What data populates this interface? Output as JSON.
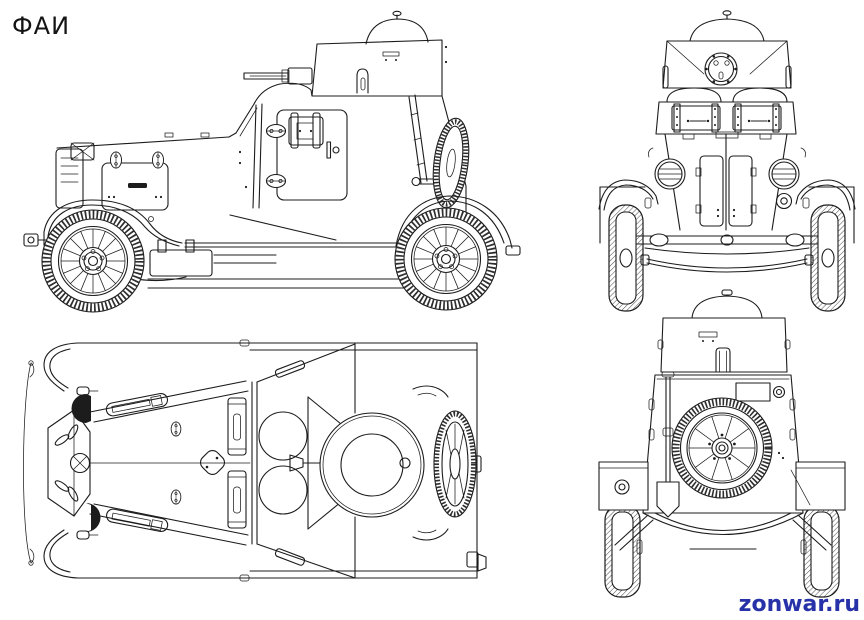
{
  "page": {
    "background": "#ffffff"
  },
  "title": {
    "text": "ФАИ",
    "color": "#141414"
  },
  "watermark": {
    "text": "zonwar.ru",
    "color": "#2732a8"
  },
  "drawing": {
    "subject": "FAI armored car blueprint, four orthographic views",
    "line_color": "#1c1c1c",
    "views": [
      {
        "id": "side-view",
        "position": "top-left"
      },
      {
        "id": "front-view",
        "position": "top-right"
      },
      {
        "id": "top-view",
        "position": "bottom-left"
      },
      {
        "id": "rear-view",
        "position": "bottom-right"
      }
    ]
  }
}
